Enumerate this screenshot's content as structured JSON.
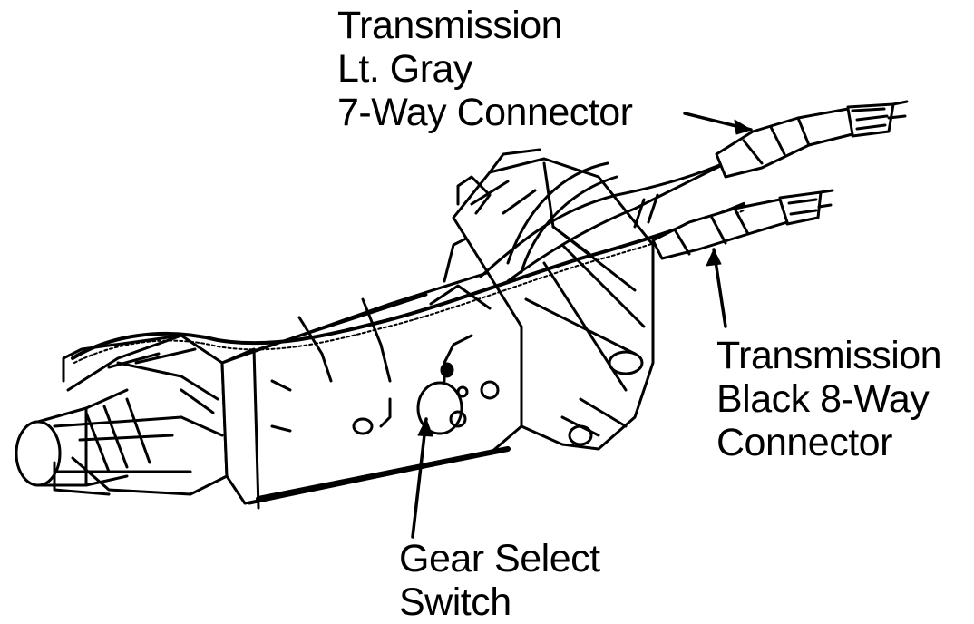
{
  "diagram": {
    "labels": {
      "gray_connector": [
        "Transmission",
        "Lt. Gray",
        "7-Way Connector"
      ],
      "black_connector": [
        "Transmission",
        "Black 8-Way",
        "Connector"
      ],
      "gear_switch": [
        "Gear Select",
        "Switch"
      ]
    },
    "colors": {
      "ink": "#000000",
      "paper": "#ffffff"
    }
  }
}
